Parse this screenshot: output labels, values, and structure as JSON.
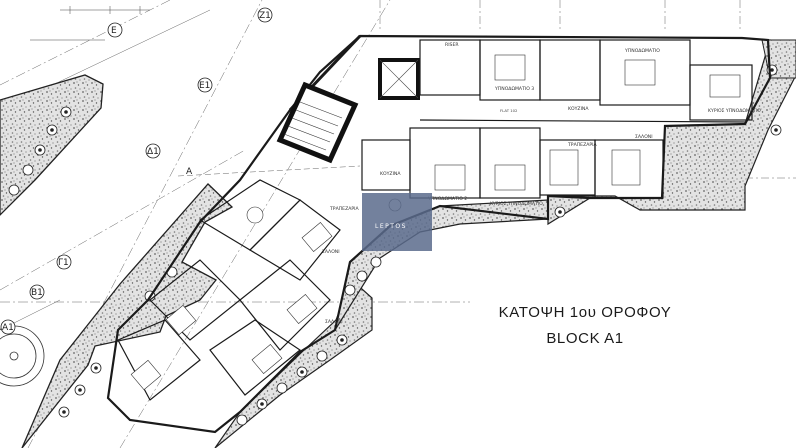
{
  "title": {
    "line1": "ΚΑΤΟΨΗ  1ου ΟΡΟΦΟΥ",
    "line2": "BLOCK A1"
  },
  "room_labels": {
    "riser": "RISER",
    "bed3": "ΥΠΝΟΔΩΜΑΤΙΟ 3",
    "bed_top": "ΥΠΝΟΔΩΜΑΤΙΟ",
    "master": "ΚΥΡΙΟΣ ΥΠΝΟΔΩΜΑΤΙΟ",
    "kitchen_top": "ΚΟΥΖΙΝΑ",
    "salon_top": "ΣΑΛΟΝΙ",
    "dining": "ΤΡΑΠΕΖΑΡΙΑ",
    "kitchen_mid": "ΚΟΥΖΙΝΑ",
    "bed2": "ΥΠΝΟΔΩΜΑΤΙΟ 2",
    "master_mid": "ΚΥΡΙΟΣ ΥΠΝΟΔΩΜΑΤΙΟ",
    "dining_lower": "ΤΡΑΠΕΖΑΡΙΑ",
    "salon_lower": "ΣΑΛΟΝΙ",
    "salon_bottom": "ΣΑΛΟΝΙ",
    "flat": "FLAT 102"
  },
  "axes": {
    "z1": "Z1",
    "e": "E",
    "e1": "E1",
    "d1": "Δ1",
    "g1": "Γ1",
    "b1": "B1",
    "a1": "A1",
    "a": "A"
  },
  "watermark": "LEPTOS",
  "colors": {
    "line": "#1a1a1a",
    "hatch": "#8a8a8a",
    "watermark": "#5a6b8c"
  }
}
